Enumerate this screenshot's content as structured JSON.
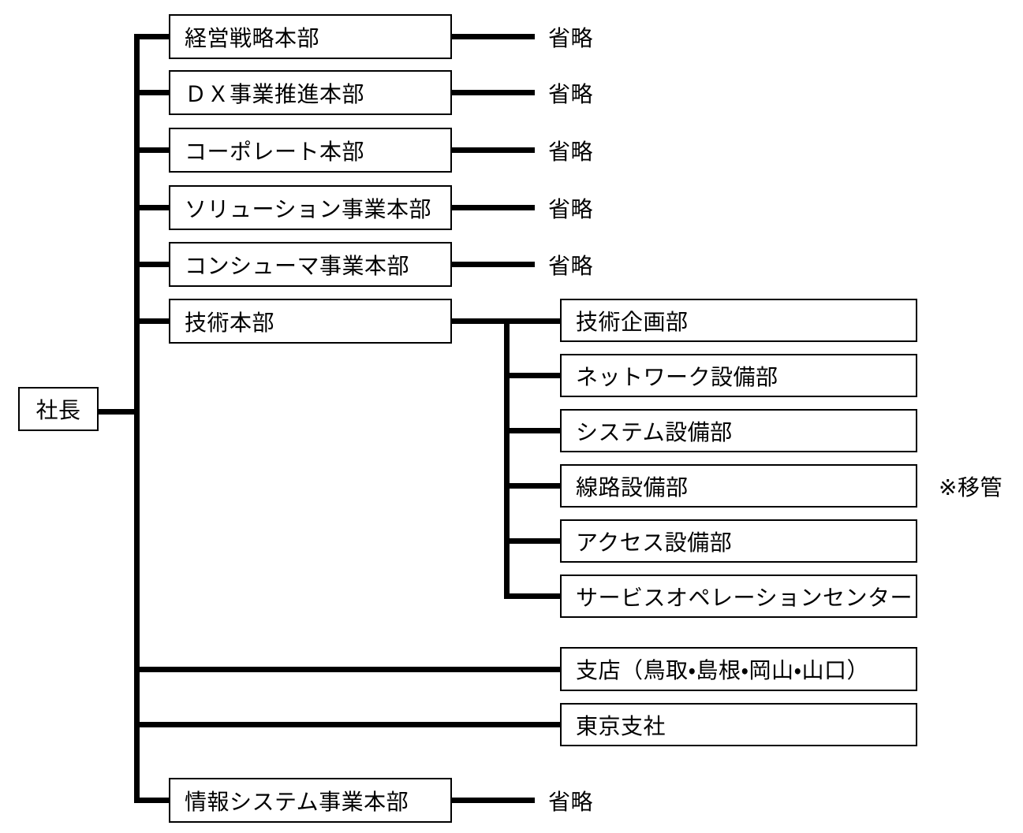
{
  "chart_title": "",
  "president": {
    "label": "社長"
  },
  "divisions": [
    {
      "label": "経営戦略本部",
      "note": "省略"
    },
    {
      "label": "ＤＸ事業推進本部",
      "note": "省略"
    },
    {
      "label": "コーポレート本部",
      "note": "省略"
    },
    {
      "label": "ソリューション事業本部",
      "note": "省略"
    },
    {
      "label": "コンシューマ事業本部",
      "note": "省略"
    },
    {
      "label": "技術本部",
      "children": [
        {
          "label": "技術企画部"
        },
        {
          "label": "ネットワーク設備部"
        },
        {
          "label": "システム設備部"
        },
        {
          "label": "線路設備部",
          "annotation": "※移管"
        },
        {
          "label": "アクセス設備部"
        },
        {
          "label": "サービスオペレーションセンター"
        }
      ]
    },
    {
      "label": "支店（鳥取・島根・岡山・山口）"
    },
    {
      "label": "東京支社"
    },
    {
      "label": "情報システム事業本部",
      "note": "省略"
    }
  ],
  "colors": {
    "line": "#000000",
    "text": "#000000",
    "background": "#ffffff"
  }
}
